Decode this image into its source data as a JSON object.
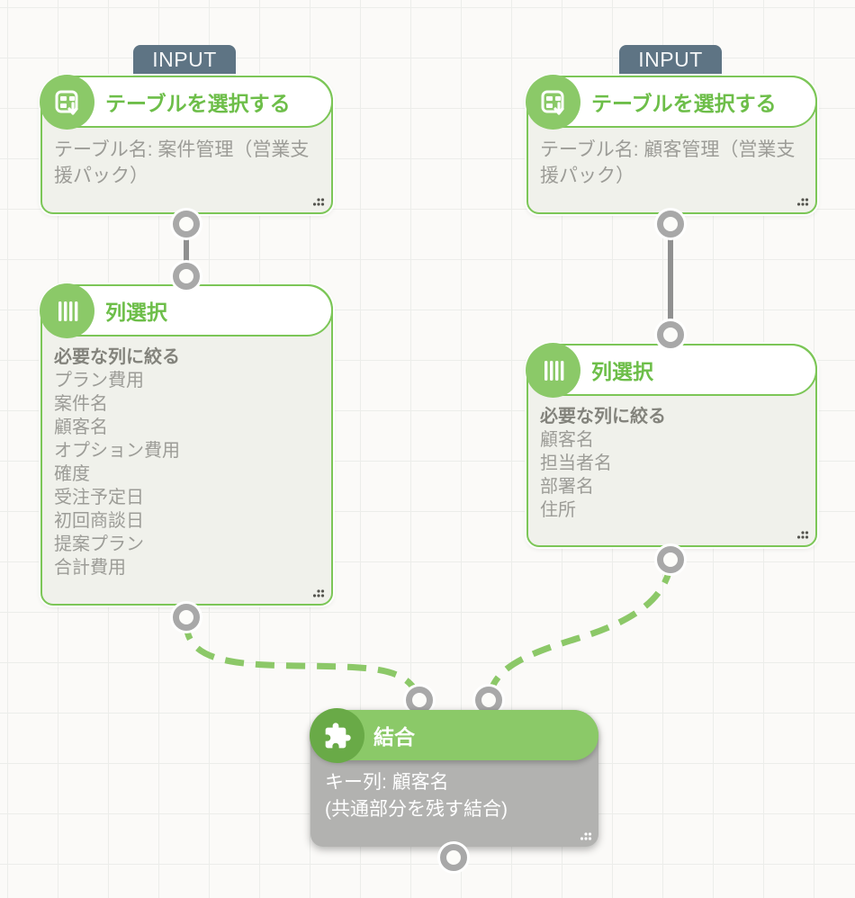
{
  "colors": {
    "accent_green": "#7cc657",
    "icon_green": "#8bc968",
    "join_icon_green": "#69aa47",
    "badge_slate": "#5e7484",
    "body_text_gray": "#9c9c97",
    "join_body_gray": "#b2b2b0",
    "edge_gray": "#909090",
    "edge_dashed_green": "#8cc868"
  },
  "icons": {
    "input_node": "table-with-down-arrow",
    "columns_node": "vertical-column-bars",
    "join_node": "puzzle-piece"
  },
  "nodes": {
    "input_left": {
      "badge": "INPUT",
      "title": "テーブルを選択する",
      "body": "テーブル名: 案件管理（営業支援パック）"
    },
    "input_right": {
      "badge": "INPUT",
      "title": "テーブルを選択する",
      "body": "テーブル名: 顧客管理（営業支援パック）"
    },
    "columns_left": {
      "title": "列選択",
      "subtitle": "必要な列に絞る",
      "columns": [
        "プラン費用",
        "案件名",
        "顧客名",
        "オプション費用",
        "確度",
        "受注予定日",
        "初回商談日",
        "提案プラン",
        "合計費用"
      ]
    },
    "columns_right": {
      "title": "列選択",
      "subtitle": "必要な列に絞る",
      "columns": [
        "顧客名",
        "担当者名",
        "部署名",
        "住所"
      ]
    },
    "join": {
      "title": "結合",
      "body_line1": "キー列: 顧客名",
      "body_line2": "(共通部分を残す結合)"
    }
  }
}
